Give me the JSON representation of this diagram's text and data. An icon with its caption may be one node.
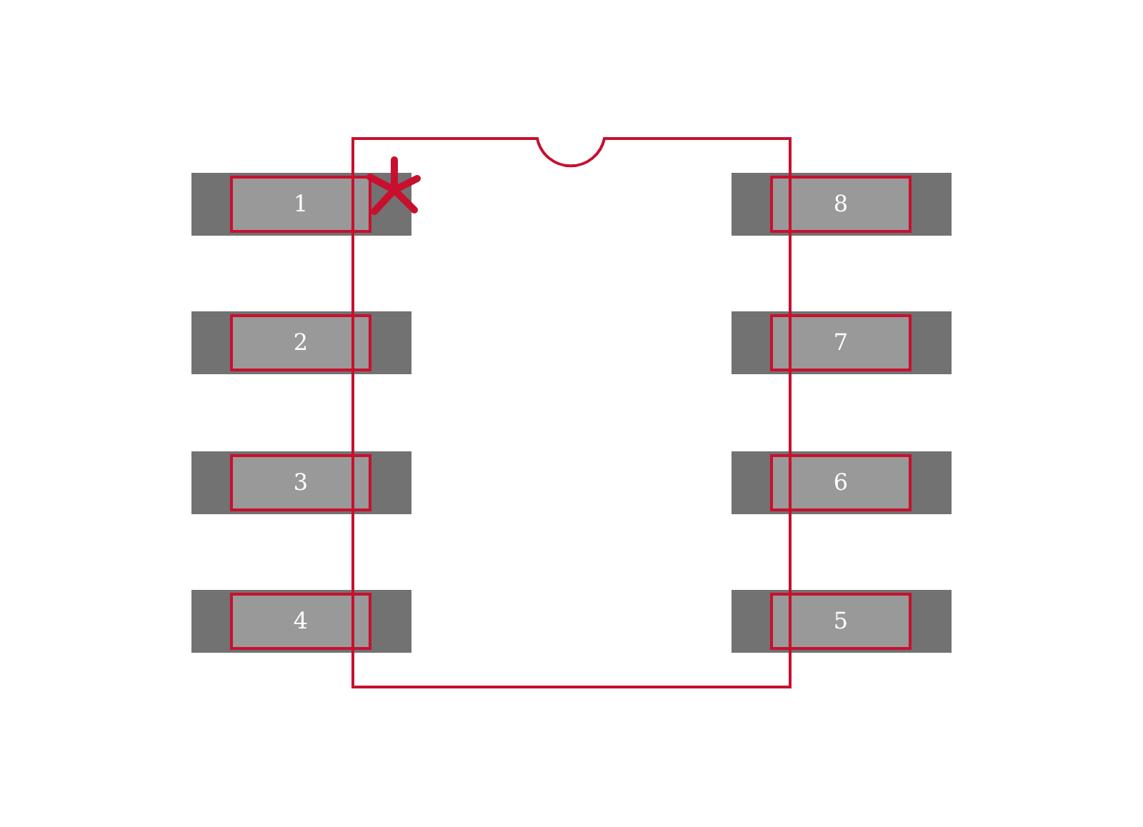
{
  "diagram": {
    "labels": [
      "1",
      "8",
      "2",
      "7",
      "3",
      "6",
      "4",
      "5"
    ]
  }
}
